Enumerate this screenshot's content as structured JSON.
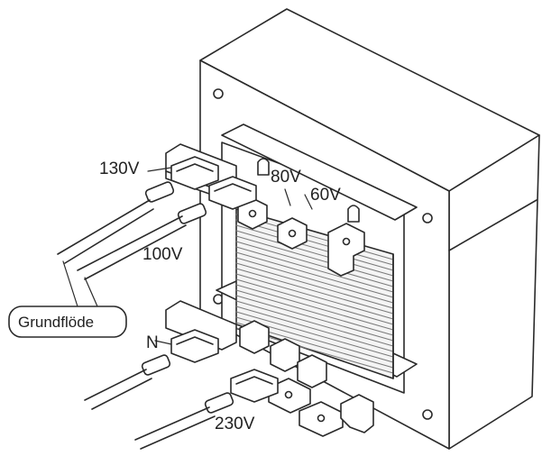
{
  "diagram": {
    "labels": {
      "v130": "130V",
      "v80": "80V",
      "v60": "60V",
      "v100": "100V",
      "n": "N",
      "v230": "230V",
      "grundflode": "Grundflöde"
    }
  }
}
